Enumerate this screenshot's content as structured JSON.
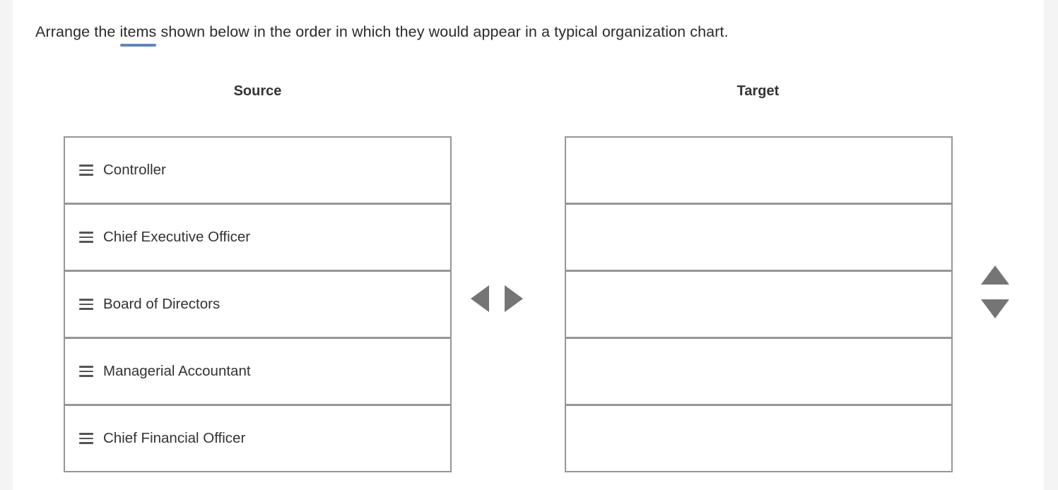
{
  "prompt": {
    "before": "Arrange the ",
    "term": "items",
    "after": " shown below in the order in which they would appear in a typical organization chart."
  },
  "columns": {
    "source_heading": "Source",
    "target_heading": "Target"
  },
  "source": {
    "items": [
      {
        "label": "Controller",
        "handle_icon": "drag-handle-icon"
      },
      {
        "label": "Chief Executive Officer",
        "handle_icon": "drag-handle-icon"
      },
      {
        "label": "Board of Directors",
        "handle_icon": "drag-handle-icon"
      },
      {
        "label": "Managerial Accountant",
        "handle_icon": "drag-handle-icon"
      },
      {
        "label": "Chief Financial Officer",
        "handle_icon": "drag-handle-icon"
      }
    ]
  },
  "target": {
    "slots": [
      {
        "label": ""
      },
      {
        "label": ""
      },
      {
        "label": ""
      },
      {
        "label": ""
      },
      {
        "label": ""
      }
    ]
  },
  "controls": {
    "move_left_icon": "triangle-left-icon",
    "move_right_icon": "triangle-right-icon",
    "move_up_icon": "triangle-up-icon",
    "move_down_icon": "triangle-down-icon"
  },
  "colors": {
    "page_background": "#f4f4f4",
    "content_background": "#ffffff",
    "border": "#969696",
    "text": "#333333",
    "link_underline": "#5b87c5",
    "arrow": "#757575"
  }
}
